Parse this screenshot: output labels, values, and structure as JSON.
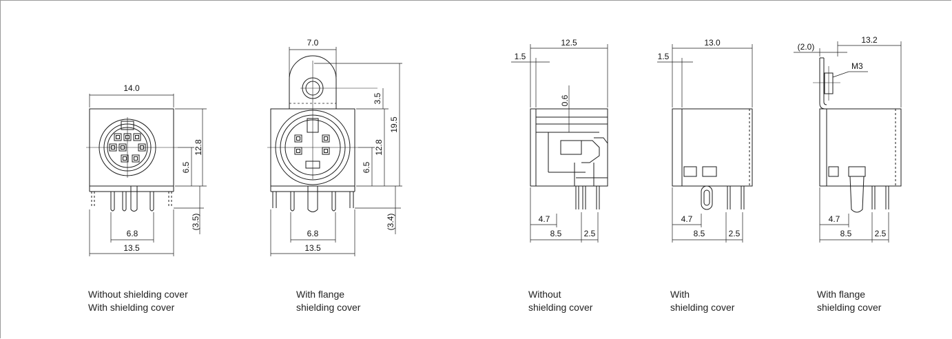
{
  "views": [
    {
      "name": "Front view, standard",
      "dims": {
        "width_top": "14.0",
        "height_body": "12.8",
        "height_center": "6.5",
        "pin_extension": "(3.5)",
        "pin_pitch": "6.8",
        "width_bottom": "13.5"
      },
      "caption": [
        "Without shielding cover",
        "With shielding cover"
      ]
    },
    {
      "name": "Front view, flange",
      "dims": {
        "flange_width": "7.0",
        "flange_hole_offset": "3.5",
        "height_total": "19.5",
        "height_body": "12.8",
        "height_center": "6.5",
        "pin_extension": "(3.4)",
        "pin_pitch": "6.8",
        "width_bottom": "13.5"
      },
      "caption": [
        "With flange",
        "shielding cover"
      ]
    },
    {
      "name": "Side view, no cover",
      "dims": {
        "depth": "12.5",
        "front_offset": "1.5",
        "rib_height": "0.6",
        "pin_offset": "4.7",
        "pin_row": "8.5",
        "pin_spacing": "2.5"
      },
      "caption": [
        "Without",
        "shielding cover"
      ]
    },
    {
      "name": "Side view, shielding cover",
      "dims": {
        "depth": "13.0",
        "front_offset": "1.5",
        "pin_offset": "4.7",
        "pin_row": "8.5",
        "pin_spacing": "2.5"
      },
      "caption": [
        "With",
        "shielding cover"
      ]
    },
    {
      "name": "Side view, flange",
      "dims": {
        "depth": "13.2",
        "front_offset": "(2.0)",
        "screw": "M3",
        "pin_offset": "4.7",
        "pin_row": "8.5",
        "pin_spacing": "2.5"
      },
      "caption": [
        "With flange",
        "shielding cover"
      ]
    }
  ],
  "colors": {
    "line": "#1a1a1a",
    "frame": "#9a9a9a"
  }
}
